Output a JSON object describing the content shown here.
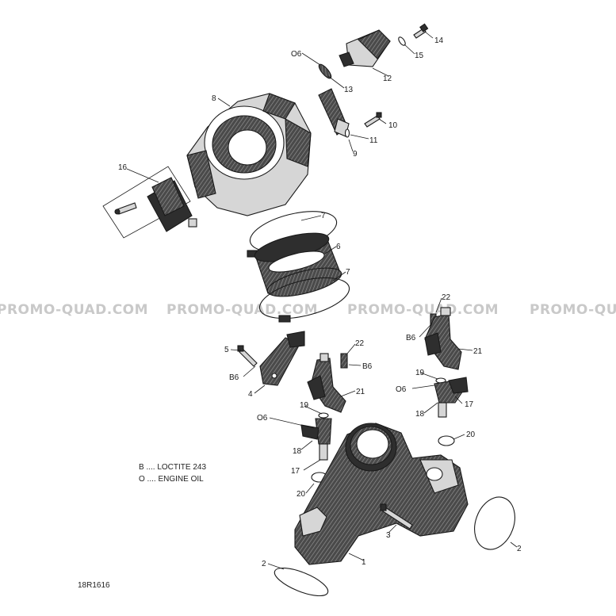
{
  "watermark": {
    "text_full": "PROMO-QUAD.COM",
    "text_left": "PROMO-QUAD.COM",
    "text_right": "PROMO-QU"
  },
  "legend": {
    "loctite": "B .... LOCTITE 243",
    "engine_oil": "O .... ENGINE OIL"
  },
  "symbols": {
    "b6": "B6",
    "o6": "O6"
  },
  "diagram_code": "18R1616",
  "callouts": [
    "1",
    "2",
    "2",
    "3",
    "4",
    "5",
    "6",
    "7",
    "7",
    "8",
    "9",
    "10",
    "11",
    "12",
    "13",
    "14",
    "15",
    "16",
    "17",
    "17",
    "18",
    "18",
    "19",
    "19",
    "20",
    "20",
    "21",
    "21",
    "22",
    "22"
  ],
  "colors": {
    "ink": "#1a1a1a",
    "watermark": "#c9c9c9",
    "background": "#ffffff"
  }
}
